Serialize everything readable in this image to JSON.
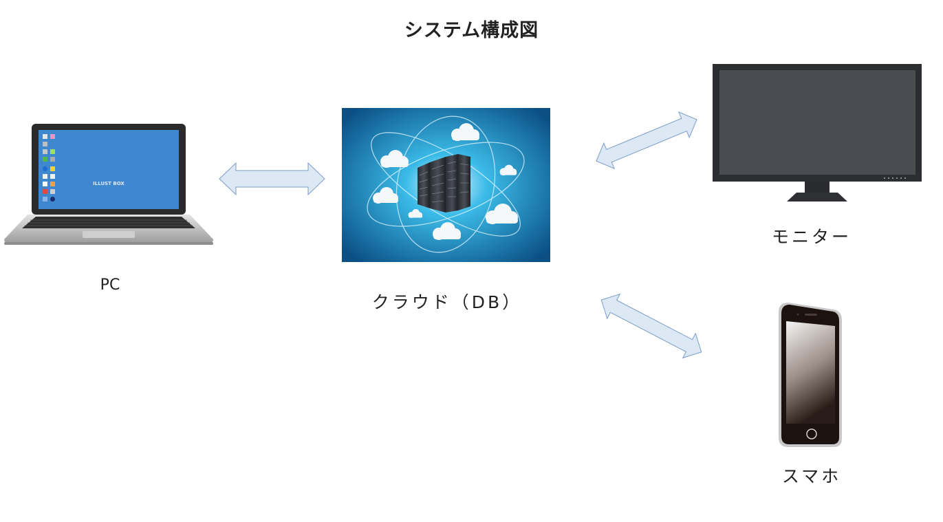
{
  "title": "システム構成図",
  "nodes": {
    "pc": {
      "label": "PC",
      "screen_text": "ILLUST BOX"
    },
    "cloud": {
      "label": "クラウド（DB）"
    },
    "monitor": {
      "label": "モニター"
    },
    "phone": {
      "label": "スマホ"
    }
  },
  "colors": {
    "arrow_fill": "#dde8f5",
    "arrow_stroke": "#7a9cc6",
    "cloud_bg": "#1a8fc9",
    "laptop_screen": "#3f87cf",
    "monitor_frame": "#2b2d31"
  }
}
